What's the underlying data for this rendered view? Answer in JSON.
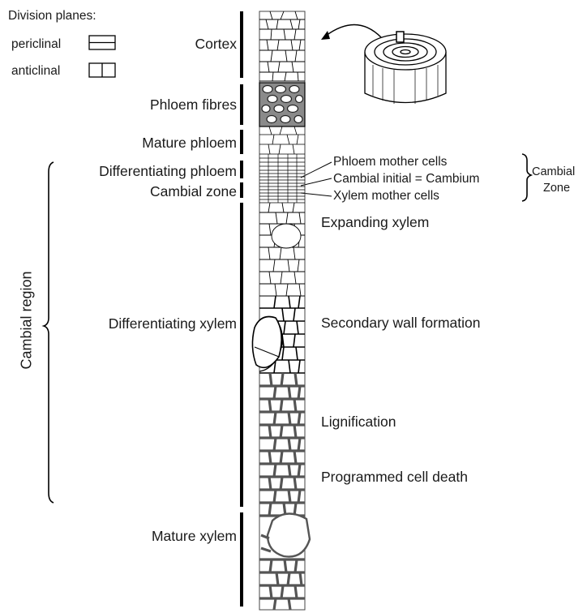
{
  "legend": {
    "title": "Division planes:",
    "periclinal": "periclinal",
    "anticlinal": "anticlinal"
  },
  "zones_left": {
    "cortex": "Cortex",
    "phloem_fibres": "Phloem fibres",
    "mature_phloem": "Mature phloem",
    "differentiating_phloem": "Differentiating phloem",
    "cambial_zone": "Cambial zone",
    "differentiating_xylem": "Differentiating xylem",
    "mature_xylem": "Mature xylem"
  },
  "cambial_region": "Cambial region",
  "cell_labels": {
    "phloem_mother": "Phloem mother cells",
    "cambial_initial": "Cambial initial = Cambium",
    "xylem_mother": "Xylem mother cells",
    "cambial_zone_line1": "Cambial",
    "cambial_zone_line2": "Zone"
  },
  "stages_right": {
    "expanding": "Expanding xylem",
    "secondary_wall": "Secondary wall formation",
    "lignification": "Lignification",
    "pcd": "Programmed cell death"
  },
  "colors": {
    "line": "#000000",
    "fibre_fill": "#7a7a7a",
    "text": "#1a1a1a"
  }
}
